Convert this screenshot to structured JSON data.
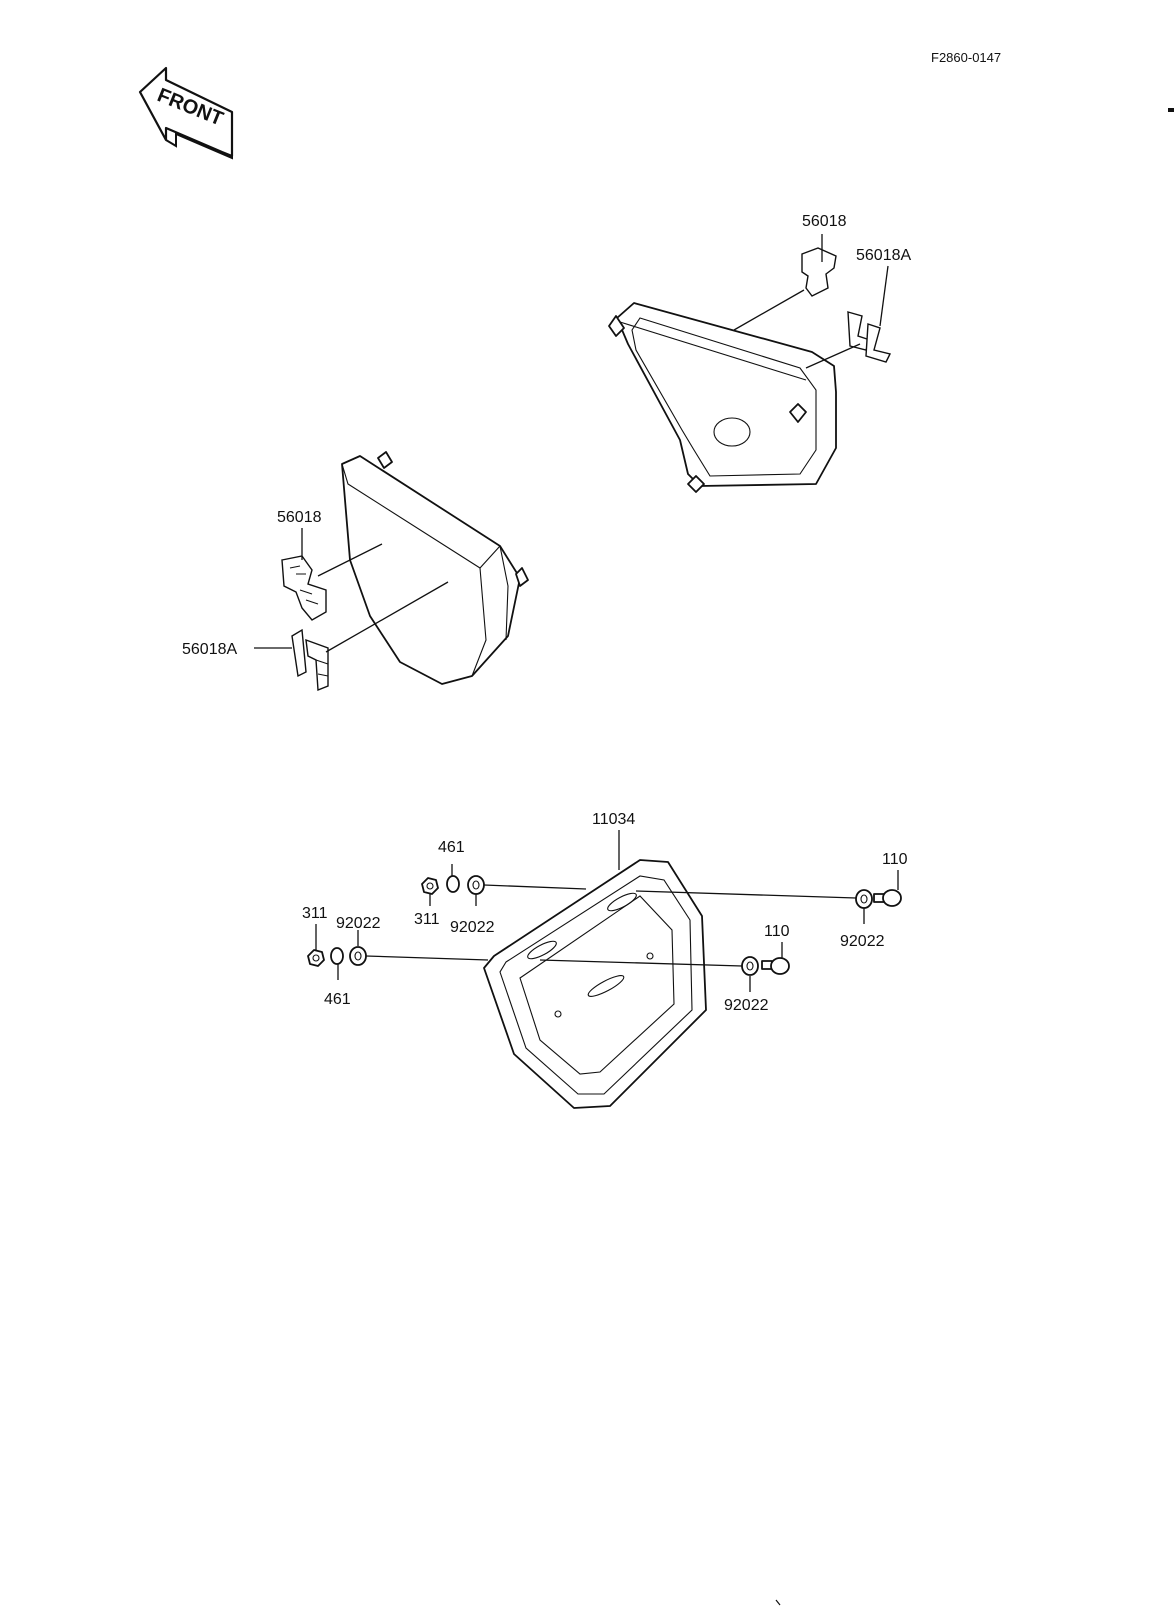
{
  "figure_code": "F2860-0147",
  "front_label": "FRONT",
  "labels": {
    "rh_emblem": "56018",
    "rh_letters": "56018A",
    "lh_emblem": "56018",
    "lh_letters": "56018A",
    "plate": "11034",
    "washer_top_a": "461",
    "nut_top": "311",
    "washer_top_b": "92022",
    "nut_left": "311",
    "washer_left_a": "92022",
    "washer_left_b": "461",
    "bolt_right": "110",
    "washer_right": "92022",
    "bolt_mid": "110",
    "washer_mid": "92022"
  }
}
